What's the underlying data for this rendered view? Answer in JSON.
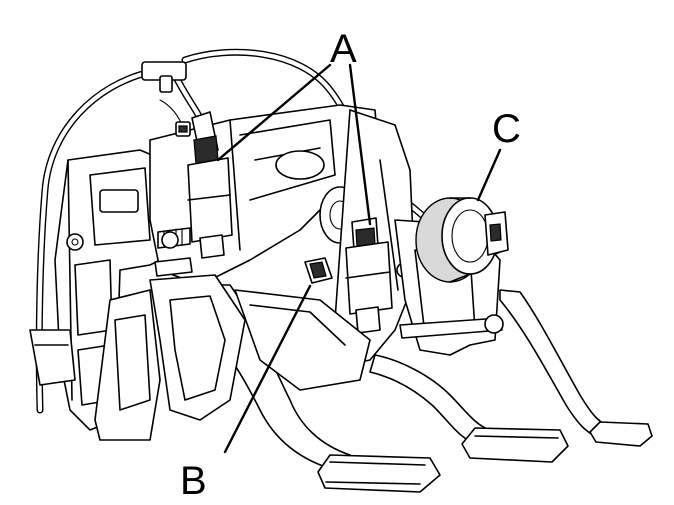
{
  "figure": {
    "description_free": true,
    "callouts": {
      "a": "A",
      "b": "B",
      "c": "C"
    },
    "colors": {
      "line": "#000000",
      "fill": "#ffffff",
      "shade": "#d9d9d9",
      "dark": "#2b2b2b"
    }
  }
}
